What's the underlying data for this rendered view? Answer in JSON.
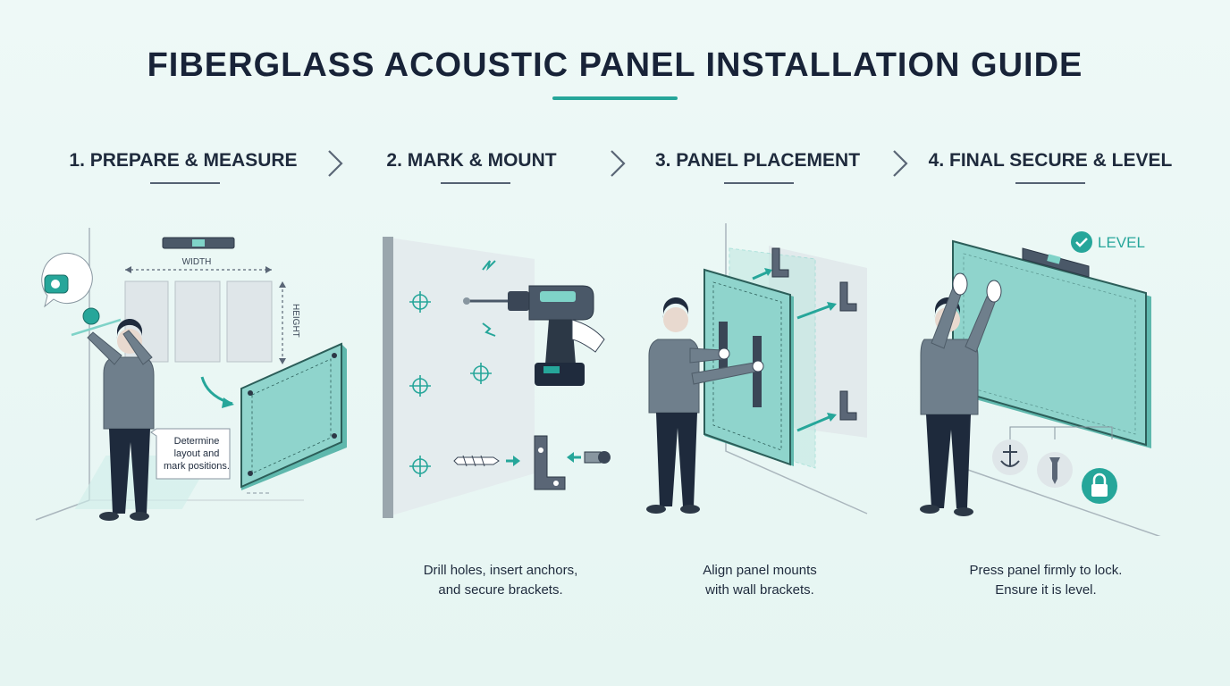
{
  "title": "FIBERGLASS ACOUSTIC PANEL INSTALLATION GUIDE",
  "steps": [
    {
      "heading": "1. PREPARE & MEASURE",
      "width_label": "WIDTH",
      "height_label": "HEIGHT",
      "callout_line1": "Determine",
      "callout_line2": "layout and",
      "callout_line3": "mark positions."
    },
    {
      "heading": "2. MARK & MOUNT",
      "caption": "Drill holes, insert anchors,\nand secure brackets."
    },
    {
      "heading": "3. PANEL PLACEMENT",
      "caption": "Align panel mounts\nwith wall brackets."
    },
    {
      "heading": "4. FINAL SECURE & LEVEL",
      "caption": "Press panel firmly to lock.\nEnsure it is level.",
      "level_label": "LEVEL"
    }
  ],
  "colors": {
    "accent": "#26a69a",
    "accent_light": "#7fd3c8",
    "panel_fill": "#8fd4cc",
    "shirt": "#6f7f8c",
    "pants": "#1e2a3c",
    "ink": "#1c2a3a"
  },
  "icons": [
    "tape-measure-icon",
    "level-icon",
    "drill-icon",
    "anchor-icon",
    "bracket-icon",
    "screw-icon",
    "check-icon",
    "lock-icon",
    "chevron-right-icon"
  ]
}
